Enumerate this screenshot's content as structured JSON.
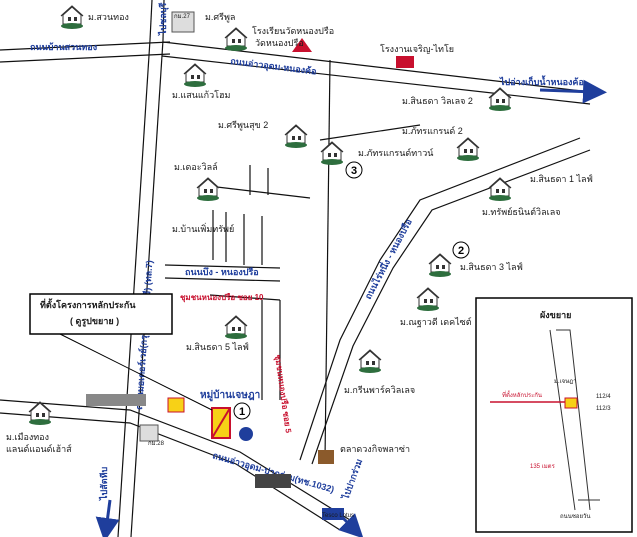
{
  "roads": {
    "ban_suan_thong": "ถนนบ้านสวนทอง",
    "u_thong_nong_kho": "ถนนอ่าวอุดม-หนองค้อ",
    "sukhumvit": "ถนนมอเตอร์เวย์(กรุงเทพ-ชลบุรี) (ทล.7)",
    "nong_bueng_nong_prue": "ถนนบึง - หนองปรือ",
    "rai_nong_prue": "ถนนไร่หนึ่ง - หนองปรือ",
    "u_thong_pak_rum": "ถนนอ่าวอุดม-ปากร่วม(ทช.1032)",
    "nong_prue_soi5": "ชุมชนหนองปรือ ซอย 5",
    "nong_prue_soi10": "ชุมชนหนองปรือ ซอย 10"
  },
  "directions": {
    "to_chonburi": "ไปชลบุรี",
    "to_nong_kho": "ไปอ่างเก็บน้ำหนองค้อ",
    "to_sattahip": "ไปสัตหีบ",
    "to_pak_rum": "ไปปากร่วม"
  },
  "places": {
    "suan_thong": "ม.สวนทอง",
    "km27": "กม.27",
    "sri_phun": "ม.ศรีพูล",
    "school": "โรงเรียนวัดหนองปรือ",
    "temple": "วัดหนองปรือ",
    "factory": "โรงงานเจริญ-ไทโย",
    "saen_kaew": "ม.แสนแก้วโฮม",
    "sri_phun_2": "ม.ศรีพูนสุข 2",
    "sinthada_2": "ม.สินธดา วิลเลจ 2",
    "phatra_grand_2": "ม.ภัทรแกรนด์ 2",
    "phatra_town": "ม.ภัทรแกรนด์ทาวน์",
    "the_villa": "ม.เดอะวิลล์",
    "sinthada_1": "ม.สินธดา 1 ไลฟ์",
    "sap_villa": "ม.ทรัพย์ธนินต์วิลเลจ",
    "ban_phoem": "ม.บ้านเพิ่มทรัพย์",
    "sinthada_3": "ม.สินธดา 3 ไลฟ์",
    "nurawadee": "ม.ณฐาวดี เดคไซต์",
    "sinthada_5": "ม.สินธดา 5 ไลฟ์",
    "green_park": "ม.กรีนพาร์ควิลเลจ",
    "mueang_thong": "ม.เมืองทอง",
    "land_house": "แลนด์แอนด์เฮ้าส์",
    "km28": "กม.28",
    "market": "ตลาดวงกิจพลาซ่า",
    "tesco": "Tesco Lotus",
    "ban_chetsada": "หมู่บ้านเจษฎา"
  },
  "callout": {
    "line1": "ที่ตั้งโครงการหลักประกัน",
    "line2": "( ดูรูปขยาย )"
  },
  "markers": {
    "m1": "1",
    "m2": "2",
    "m3": "3"
  },
  "inset": {
    "title": "ผังขยาย",
    "chetsada": "ม.เจษฎา",
    "site_label": "ที่ตั้งหลักประกัน",
    "plot1": "112/4",
    "plot2": "112/3",
    "distance": "135 เมตร",
    "road": "ถนนซอยวัน"
  },
  "colors": {
    "road_blue": "#1f3e9c",
    "label_red": "#c8102e",
    "house_green": "#2e6e3e"
  }
}
